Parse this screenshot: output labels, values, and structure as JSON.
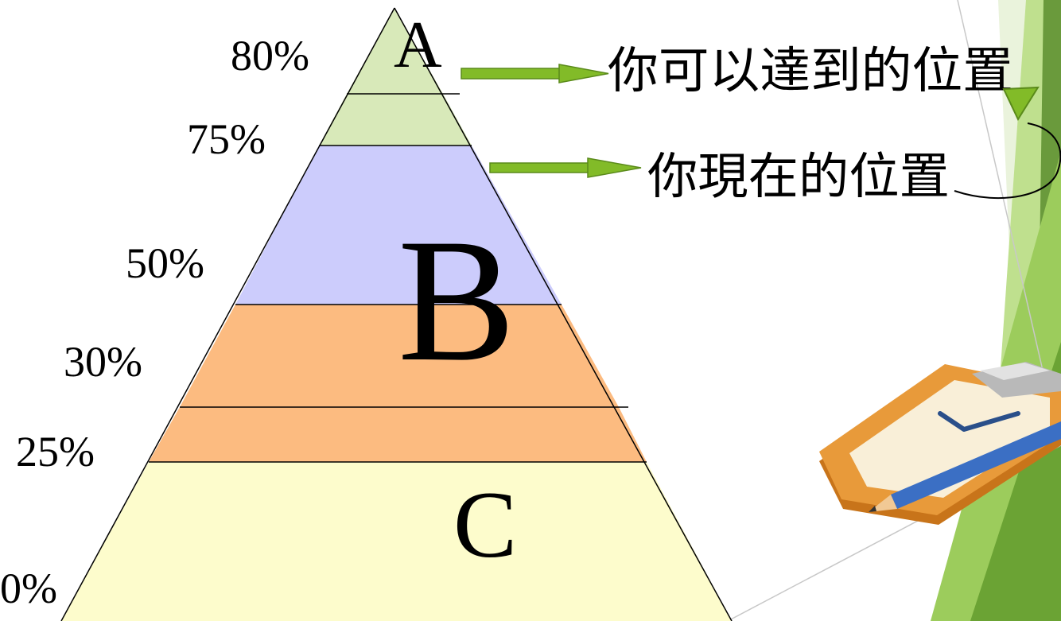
{
  "pyramid": {
    "tiers": [
      {
        "label": "A",
        "color": "#d8e9b9"
      },
      {
        "label": "B",
        "color": "#ccccfc"
      },
      {
        "label": "C",
        "color": "#fdfccc"
      }
    ],
    "band_colors": {
      "orange": "#fcbb80"
    },
    "percent_labels": [
      "80%",
      "75%",
      "50%",
      "30%",
      "25%",
      "0%"
    ]
  },
  "callouts": {
    "target": "你可以達到的位置",
    "current": "你現在的位置"
  },
  "colors": {
    "arrow": "#82bb28",
    "arrow_outline": "#5a8a1a",
    "slide_accent_dark": "#6a9a3c",
    "slide_accent_light": "#9ccc5c"
  },
  "icons": [
    "clipboard-icon",
    "pencil-icon",
    "checkmark-icon"
  ]
}
